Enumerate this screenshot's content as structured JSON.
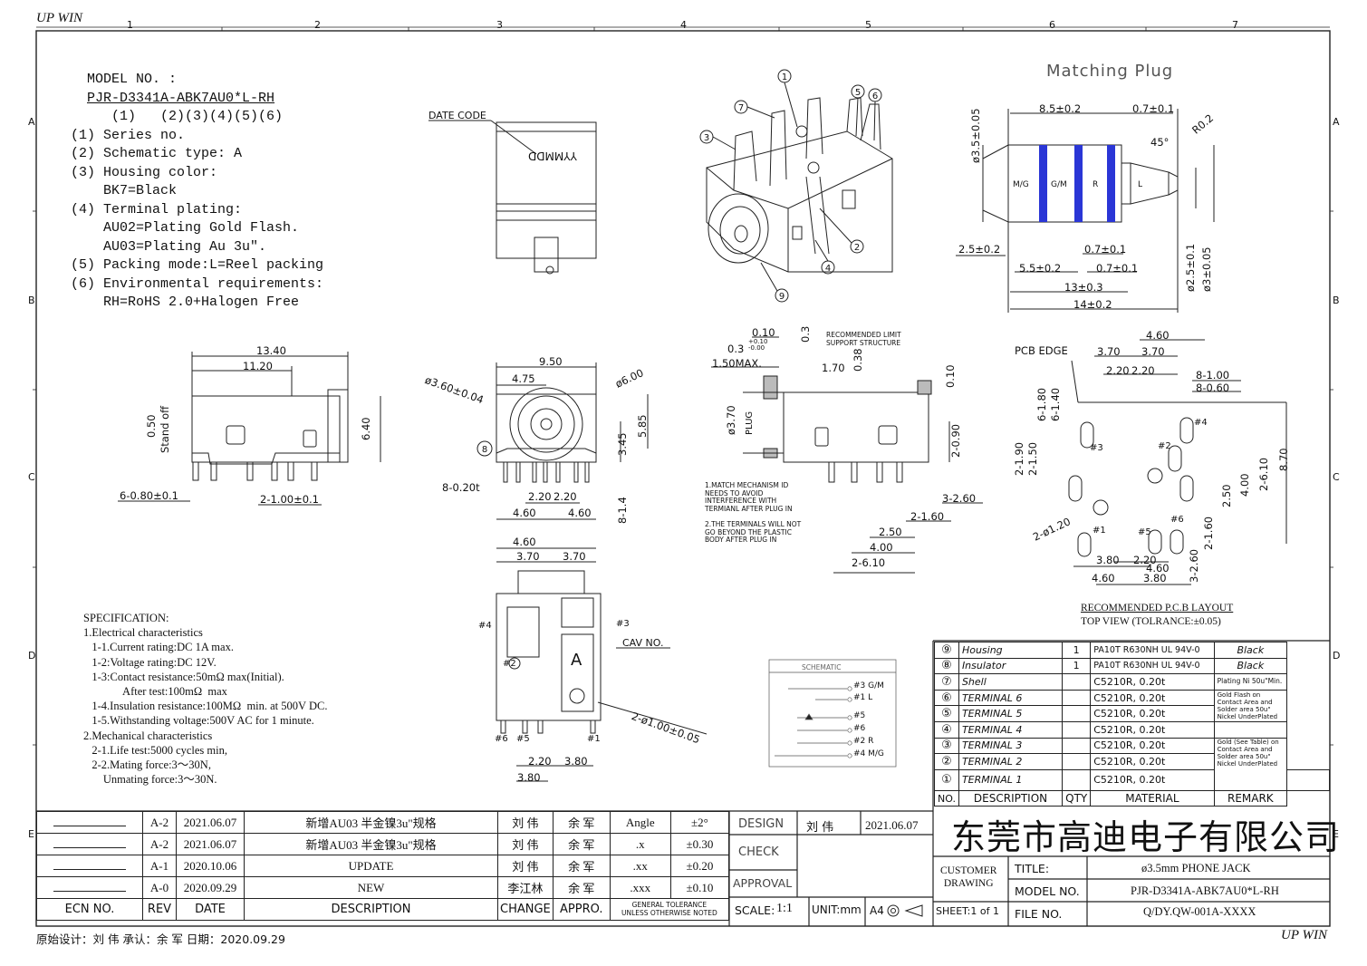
{
  "corner": {
    "top_left": "UP WIN",
    "bottom_right": "UP WIN"
  },
  "grid": {
    "cols": [
      "1",
      "2",
      "3",
      "4",
      "5",
      "6",
      "7"
    ],
    "rows": [
      "A",
      "B",
      "C",
      "D",
      "E"
    ]
  },
  "model": {
    "label": "MODEL NO. :",
    "number": "PJR-D3341A-ABK7AU0*L-RH",
    "breakdown": "(1)   (2)(3)(4)(5)(6)",
    "lines": [
      "(1) Series no.",
      "(2) Schematic type: A",
      "(3) Housing color:",
      "    BK7=Black",
      "(4) Terminal plating:",
      "    AU02=Plating Gold Flash.",
      "    AU03=Plating Au 3u\".",
      "(5) Packing mode:L=Reel packing",
      "(6) Environmental requirements:",
      "    RH=RoHS 2.0+Halogen Free"
    ]
  },
  "spec": {
    "lines": [
      "SPECIFICATION:",
      "1.Electrical characteristics",
      "   1-1.Current rating:DC 1A max.",
      "   1-2:Voltage rating:DC 12V.",
      "   1-3:Contact resistance:50mΩ max(Initial).",
      "              After test:100mΩ  max",
      "   1-4.Insulation resistance:100MΩ  min. at 500V DC.",
      "   1-5.Withstanding voltage:500V AC for 1 minute.",
      "2.Mechanical characteristics",
      "   2-1.Life test:5000 cycles min,",
      "   2-2.Mating force:3～30N,",
      "       Unmating force:3～30N."
    ]
  },
  "labels": {
    "date_code": "DATE CODE",
    "yymmdd": "YYMMDD",
    "matching_plug": "Matching Plug",
    "pcb_edge": "PCB EDGE",
    "cav_no": "CAV NO.",
    "cav_letter": "A",
    "recommended_limit": "RECOMMENDED LIMIT\nSUPPORT STRUCTURE",
    "plug": "PLUG",
    "schematic": "SCHEMATIC",
    "pcb_layout_title": "RECOMMENDED P.C.B LAYOUT",
    "pcb_layout_sub": "TOP VIEW (TOLRANCE:±0.05)",
    "note1": "1.MATCH MECHANISM ID\nNEEDS TO AVOID\nINTERFERENCE WITH\nTERMIANL AFTER PLUG IN",
    "note2": "2.THE TERMINALS WILL NOT\nGO BEYOND THE PLASTIC\nBODY AFTER PLUG IN"
  },
  "plug_rings": [
    "M/G",
    "G/M",
    "R",
    "L"
  ],
  "schematic_pins": [
    "#3 G/M",
    "#1 L",
    "#5",
    "#6",
    "#2 R",
    "#4 M/G"
  ],
  "dims": {
    "d1340": "13.40",
    "d1120": "11.20",
    "d050": "0.50",
    "standoff": "Stand off",
    "d640": "6.40",
    "d6080": "6-0.80±0.1",
    "d2100": "2-1.00±0.1",
    "d950": "9.50",
    "d475": "4.75",
    "d360": "ø3.60±0.04",
    "d600": "ø6.00",
    "d585": "5.85",
    "d345": "3.45",
    "d8020": "8-0.20t",
    "d220a": "2.20",
    "d220b": "2.20",
    "d460a": "4.60",
    "d460b": "4.60",
    "d814": "8-1.4",
    "d460c": "4.60",
    "d370a": "3.70",
    "d370b": "3.70",
    "d21005": "2-ø1.00±0.05",
    "d220c": "2.20",
    "d380a": "3.80",
    "d380b": "3.80",
    "d010a": "0.10",
    "d03": "0.3",
    "d03tol": "+0.10\n-0.00",
    "d03v": "0.3",
    "d150": "1.50MAX.",
    "d170": "1.70",
    "d038": "0.38",
    "d010b": "0.10",
    "d370v": "ø3.70",
    "d2090": "2-0.90",
    "d2260": "3-2.60",
    "d2160": "2-1.60",
    "d250": "2.50",
    "d400": "4.00",
    "d2610": "2-6.10",
    "p85": "8.5±0.2",
    "p07a": "0.7±0.1",
    "pR": "R0.2",
    "p45": "45°",
    "p35": "ø3.5±0.05",
    "p25": "2.5±0.2",
    "p07b": "0.7±0.1",
    "p55": "5.5±0.2",
    "p07c": "0.7±0.1",
    "p13": "13±0.3",
    "p14": "14±0.2",
    "p25v": "ø2.5±0.1",
    "p3v": "ø3±0.05",
    "l460": "4.60",
    "l370a": "3.70",
    "l370b": "3.70",
    "l220a": "2.20",
    "l220b": "2.20",
    "l8100": "8-1.00",
    "l8060": "8-0.60",
    "l6180": "6-1.80",
    "l6140": "6-1.40",
    "l2190": "2-1.90",
    "l2150": "2-1.50",
    "l2120": "2-ø1.20",
    "l870": "8.70",
    "l2610": "2-6.10",
    "l400": "4.00",
    "l250": "2.50",
    "l2160": "2-1.60",
    "l3260": "3-2.60",
    "l380": "3.80",
    "l220c": "2.20",
    "l460b": "4.60",
    "l460c": "4.60",
    "l380b": "3.80"
  },
  "pin_labels": {
    "a4": "#4",
    "a3": "#3",
    "a2": "#2",
    "a6": "#6",
    "a5": "#5",
    "a1": "#1",
    "b4": "#4",
    "b3": "#3",
    "b2": "#2",
    "b1": "#1",
    "b5": "#5",
    "b6": "#6"
  },
  "bom": {
    "rows": [
      {
        "no": "⑨",
        "desc": "Housing",
        "qty": "1",
        "mat": "PA10T R630NH UL 94V-0",
        "rem": "Black"
      },
      {
        "no": "⑧",
        "desc": "Insulator",
        "qty": "1",
        "mat": "PA10T R630NH UL 94V-0",
        "rem": "Black"
      },
      {
        "no": "⑦",
        "desc": "Shell",
        "qty": "",
        "mat": "C5210R, 0.20t",
        "rem": "Plating Ni 50u\"Min."
      },
      {
        "no": "⑥",
        "desc": "TERMINAL 6",
        "qty": "",
        "mat": "C5210R, 0.20t",
        "rem": "Gold Flash on\nContact Area and\nSolder area 50u\"\nNickel UnderPlated"
      },
      {
        "no": "⑤",
        "desc": "TERMINAL 5",
        "qty": "",
        "mat": "C5210R, 0.20t",
        "rem": ""
      },
      {
        "no": "④",
        "desc": "TERMINAL 4",
        "qty": "",
        "mat": "C5210R, 0.20t",
        "rem": ""
      },
      {
        "no": "③",
        "desc": "TERMINAL 3",
        "qty": "",
        "mat": "C5210R, 0.20t",
        "rem": "Gold (See Table) on\nContact Area and\nSolder area 50u\"\nNickel UnderPlated"
      },
      {
        "no": "②",
        "desc": "TERMINAL 2",
        "qty": "",
        "mat": "C5210R, 0.20t",
        "rem": ""
      },
      {
        "no": "①",
        "desc": "TERMINAL 1",
        "qty": "",
        "mat": "C5210R, 0.20t",
        "rem": ""
      }
    ],
    "header": {
      "no": "NO.",
      "desc": "DESCRIPTION",
      "qty": "QTY",
      "mat": "MATERIAL",
      "rem": "REMARK"
    }
  },
  "revisions": [
    {
      "rev": "A-2",
      "date": "2021.06.07",
      "desc": "新增AU03 半金镍3u\"规格",
      "change": "刘 伟",
      "appro": "余 军"
    },
    {
      "rev": "A-1",
      "date": "2020.10.06",
      "desc": "UPDATE",
      "change": "刘 伟",
      "appro": "余 军"
    },
    {
      "rev": "A-0",
      "date": "2020.09.29",
      "desc": "NEW",
      "change": "李江林",
      "appro": "余 军"
    }
  ],
  "rev_header": {
    "ecn": "ECN NO.",
    "rev": "REV",
    "date": "DATE",
    "desc": "DESCRIPTION",
    "change": "CHANGE",
    "appro": "APPRO."
  },
  "tolerance": {
    "angle_label": "Angle",
    "angle_val": "±2°",
    "rows": [
      {
        "k": ".x",
        "v": "±0.30"
      },
      {
        "k": ".xx",
        "v": "±0.20"
      },
      {
        "k": ".xxx",
        "v": "±0.10"
      }
    ],
    "footer": "GENERAL TOLERANCE\nUNLESS OTHERWISE NOTED"
  },
  "title_block": {
    "design": "DESIGN",
    "designer": "刘 伟",
    "design_date": "2021.06.07",
    "check": "CHECK",
    "approval": "APPROVAL",
    "scale_label": "SCALE:",
    "scale": "1:1",
    "unit": "UNIT:mm",
    "paper": "A4",
    "company": "东莞市高迪电子有限公司",
    "customer": "CUSTOMER\nDRAWING",
    "title_label": "TITLE:",
    "title": "ø3.5mm PHONE JACK",
    "model_label": "MODEL NO.",
    "model": "PJR-D3341A-ABK7AU0*L-RH",
    "sheet": "SHEET:1 of 1",
    "file_label": "FILE NO.",
    "file": "Q/DY.QW-001A-XXXX"
  },
  "footer_line": "原始设计：刘 伟    承认：余 军    日期：2020.09.29"
}
